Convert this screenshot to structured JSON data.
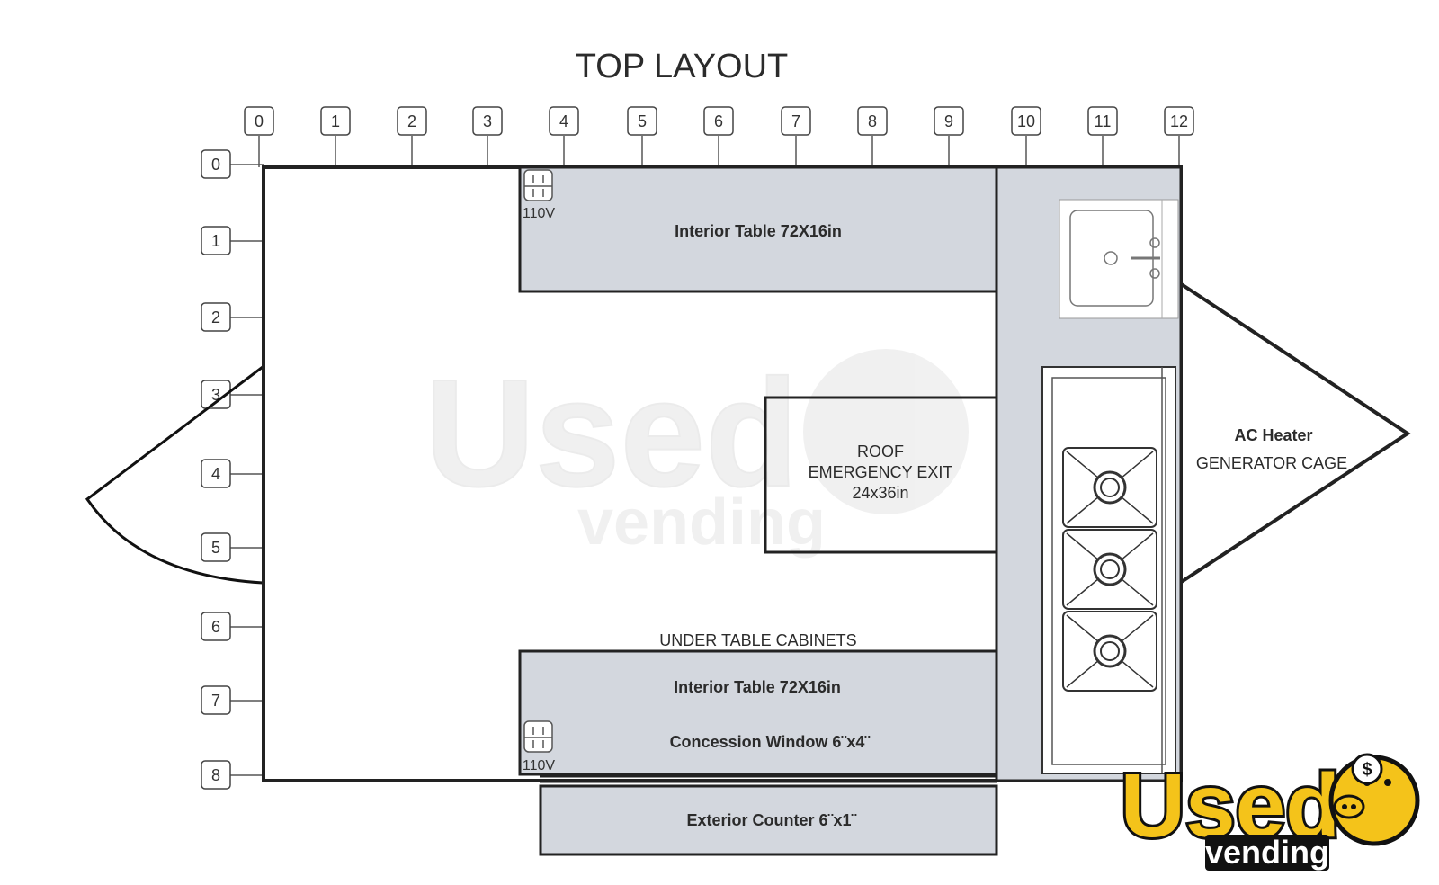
{
  "title": "TOP LAYOUT",
  "top_ruler": [
    "0",
    "1",
    "2",
    "3",
    "4",
    "5",
    "6",
    "7",
    "8",
    "9",
    "10",
    "11",
    "12"
  ],
  "side_ruler": [
    "0",
    "1",
    "2",
    "3",
    "4",
    "5",
    "6",
    "7",
    "8"
  ],
  "interior_table_top": "Interior Table 72X16in",
  "interior_table_bottom": "Interior Table 72X16in",
  "concession_window": "Concession Window 6¨x4¨",
  "exterior_counter": "Exterior Counter 6¨x1¨",
  "under_table_cabinets": "UNDER TABLE CABINETS",
  "outlet_top": "110V",
  "outlet_bottom": "110V",
  "roof_exit": {
    "line1": "ROOF",
    "line2": "EMERGENCY EXIT",
    "line3": "24x36in"
  },
  "tongue": {
    "line1": "AC Heater",
    "line2": "GENERATOR CAGE"
  },
  "watermark": {
    "word1": "Used",
    "word2": "vending"
  },
  "logo": {
    "word1": "Used",
    "word2": "vending"
  },
  "colors": {
    "fixture": "#d3d7de",
    "outline": "#222222",
    "logo_yellow": "#f4c31a"
  }
}
